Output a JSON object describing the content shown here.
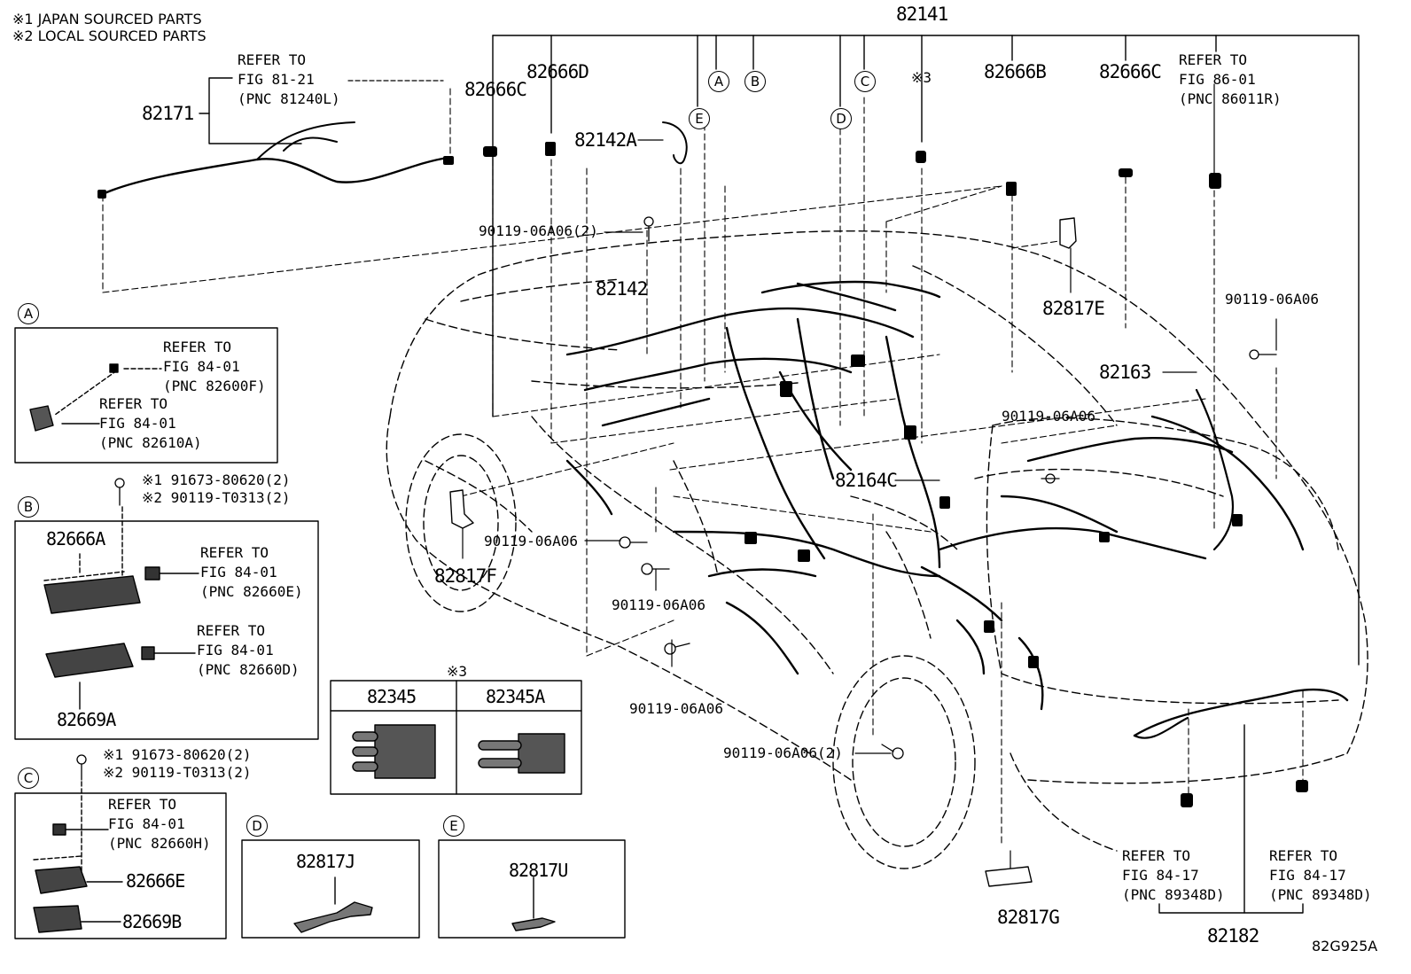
{
  "notes": {
    "note1": "※1 JAPAN SOURCED PARTS",
    "note2": "※2 LOCAL SOURCED PARTS"
  },
  "diagram_id": "82G925A",
  "parts": {
    "p82141": "82141",
    "p82171": "82171",
    "p82666C_left": "82666C",
    "p82666D": "82666D",
    "p82142A": "82142A",
    "p82666B": "82666B",
    "p82666C_right": "82666C",
    "p82142": "82142",
    "p82817E": "82817E",
    "p82163": "82163",
    "p82164C": "82164C",
    "p82817F": "82817F",
    "p82817G": "82817G",
    "p82182": "82182",
    "p82345": "82345",
    "p82345A": "82345A",
    "note3_top": "※3",
    "note3_table": "※3"
  },
  "bolts": {
    "b1": "90119-06A06(2)",
    "b2": "90119-06A06",
    "b3": "90119-06A06",
    "b4": "90119-06A06",
    "b5": "90119-06A06",
    "b6": "90119-06A06",
    "b7": "90119-06A06(2)"
  },
  "refs": {
    "r_top_left": [
      "REFER TO",
      "FIG 81-21",
      "(PNC 81240L)"
    ],
    "r_top_right": [
      "REFER TO",
      "FIG 86-01",
      "(PNC 86011R)"
    ],
    "r_bottom_1": [
      "REFER TO",
      "FIG 84-17",
      "(PNC 89348D)"
    ],
    "r_bottom_2": [
      "REFER TO",
      "FIG 84-17",
      "(PNC 89348D)"
    ]
  },
  "insets": {
    "A": {
      "letter": "A",
      "ref1": [
        "REFER TO",
        "FIG 84-01",
        "(PNC 82600F)"
      ],
      "ref2": [
        "REFER TO",
        "FIG 84-01",
        "(PNC 82610A)"
      ]
    },
    "B": {
      "letter": "B",
      "screw1": "※1 91673-80620(2)",
      "screw2": "※2 90119-T0313(2)",
      "part1": "82666A",
      "part2": "82669A",
      "ref1": [
        "REFER TO",
        "FIG 84-01",
        "(PNC 82660E)"
      ],
      "ref2": [
        "REFER TO",
        "FIG 84-01",
        "(PNC 82660D)"
      ]
    },
    "C": {
      "letter": "C",
      "screw1": "※1 91673-80620(2)",
      "screw2": "※2 90119-T0313(2)",
      "part1": "82666E",
      "part2": "82669B",
      "ref1": [
        "REFER TO",
        "FIG 84-01",
        "(PNC 82660H)"
      ]
    },
    "D": {
      "letter": "D",
      "part": "82817J"
    },
    "E": {
      "letter": "E",
      "part": "82817U"
    }
  },
  "callouts": [
    "A",
    "B",
    "C",
    "D",
    "E"
  ]
}
